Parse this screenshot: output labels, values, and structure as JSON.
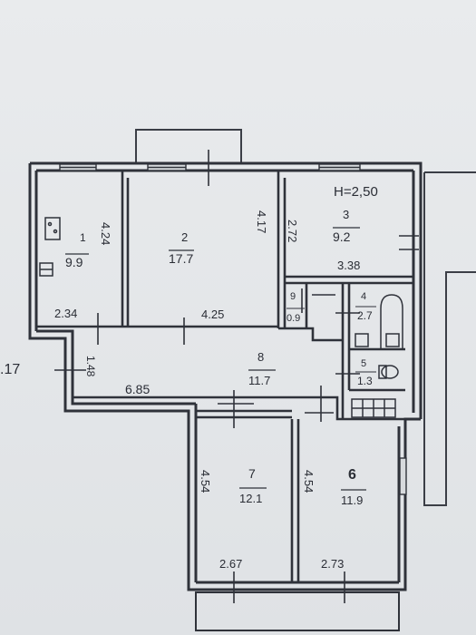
{
  "plan": {
    "ceiling_height": "H=2,50",
    "side_dimension": ".17",
    "rooms": [
      {
        "id": "room-1",
        "number": "1",
        "area": "9.9",
        "width": "2.34",
        "length": "4.24"
      },
      {
        "id": "room-2",
        "number": "2",
        "area": "17.7",
        "width": "4.25",
        "length": "4.17"
      },
      {
        "id": "room-3",
        "number": "3",
        "area": "9.2",
        "width": "3.38",
        "length": "2.72"
      },
      {
        "id": "room-4",
        "number": "4",
        "area": "2.7"
      },
      {
        "id": "room-5",
        "number": "5",
        "area": "1.3"
      },
      {
        "id": "room-6",
        "number": "6",
        "area": "11.9",
        "width": "2.73",
        "length": "4.54"
      },
      {
        "id": "room-7",
        "number": "7",
        "area": "12.1",
        "width": "2.67",
        "length": "4.54"
      },
      {
        "id": "room-8",
        "number": "8",
        "area": "11.7",
        "width": "6.85",
        "depth": "1.48"
      },
      {
        "id": "room-9",
        "number": "9",
        "area": "0.9"
      }
    ]
  }
}
